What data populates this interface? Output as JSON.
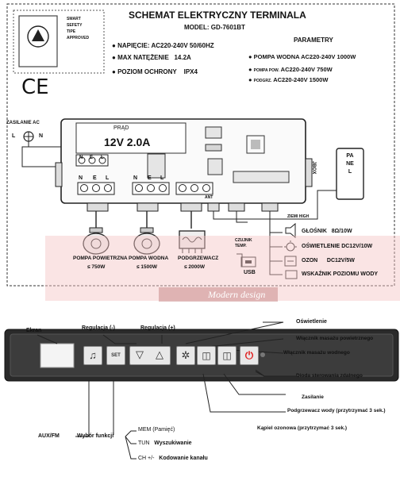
{
  "header": {
    "title": "SCHEMAT ELEKTRYCZNY TERMINALA",
    "model_label": "MODEL:",
    "model_value": "GD-7601BT"
  },
  "cert_badge": {
    "lines": [
      "SMART",
      "SEFETY",
      "TIPE",
      "APPROVED"
    ]
  },
  "ce_mark": "CE",
  "specs": {
    "rows": [
      {
        "label": "NAPIĘCIE:",
        "value": "AC220-240V 50/60HZ"
      },
      {
        "label": "MAX NATĘŻENIE",
        "value": "14.2A"
      },
      {
        "label": "POZIOM OCHRONY",
        "value": "IPX4"
      }
    ],
    "params_heading": "PARAMETRY",
    "params": [
      {
        "label": "POMPA WODNA",
        "value": "AC220-240V 1000W"
      },
      {
        "label": "POMPA POW.",
        "value": "AC220-240V 750W"
      },
      {
        "label": "PODGRZ.",
        "value": "AC220-240V 1500W"
      }
    ]
  },
  "wiring": {
    "power_input_label": "ZASILANIE AC",
    "L": "L",
    "N": "N",
    "current_label": "PRĄD",
    "rating_display": "12V 2.0A",
    "terminal_letters": [
      "N",
      "E",
      "L",
      "N",
      "E",
      "L",
      "N",
      "E",
      "L"
    ],
    "aux_label": "ANT",
    "panel_label": "PANEL",
    "side_label": "JBOX",
    "cable_label": "ZIEMI HIGH",
    "sensor_label": "CZUJNIK TEMP.",
    "usb_label": "USB",
    "pump_air": {
      "name": "POMPA POWIETRZNA",
      "power": "≤ 750W",
      "icon": "pump-icon"
    },
    "pump_water": {
      "name": "POMPA WODNA",
      "power": "≤ 1500W",
      "icon": "pump-icon"
    },
    "heater": {
      "name": "PODGRZEWACZ",
      "power": "≤ 2000W",
      "icon": "heater-icon"
    },
    "outputs": [
      {
        "name": "GŁOŚNIK",
        "value": "8Ω/10W",
        "icon": "speaker-icon"
      },
      {
        "name": "OŚWIETLENIE",
        "value": "DC12V/10W",
        "icon": "light-icon"
      },
      {
        "name": "OZON",
        "value": "DC12V/5W",
        "icon": "ozone-icon"
      },
      {
        "name": "WSKAŹNIK POZIOMU WODY",
        "value": "",
        "icon": "water-level-icon"
      }
    ]
  },
  "watermark": "Modern design",
  "panel_legend": {
    "ekran": "Ekran",
    "reg_minus": "Regulacja (-)",
    "reg_plus": "Regulacja (+)",
    "oswietlenie": "Oświetlenie",
    "masaz_pow": "Włącznik masażu powietrznego",
    "masaz_wod": "Włącznik masażu wodnego",
    "dioda": "Dioda sterowania zdalnego",
    "zasilanie": "Zasilanie",
    "podgrzewacz": "Podgrzewacz wody (przytrzymać 3 sek.)",
    "kapiel": "Kąpiel ozonowa (przytrzymać 3 sek.)",
    "auxfm": "AUX/FM",
    "wybor": "Wybór funkcji",
    "mem": "MEM (Pamięć)",
    "tun": "TUN",
    "tun_desc": "Wyszukiwanie",
    "ch": "CH +/-",
    "ch_desc": "Kodowanie kanału",
    "buttons": {
      "aux": "♫",
      "set": "SET",
      "minus": "▽",
      "plus": "△",
      "light": "✲",
      "air": "◫",
      "water": "◫",
      "power": "⏻"
    }
  }
}
